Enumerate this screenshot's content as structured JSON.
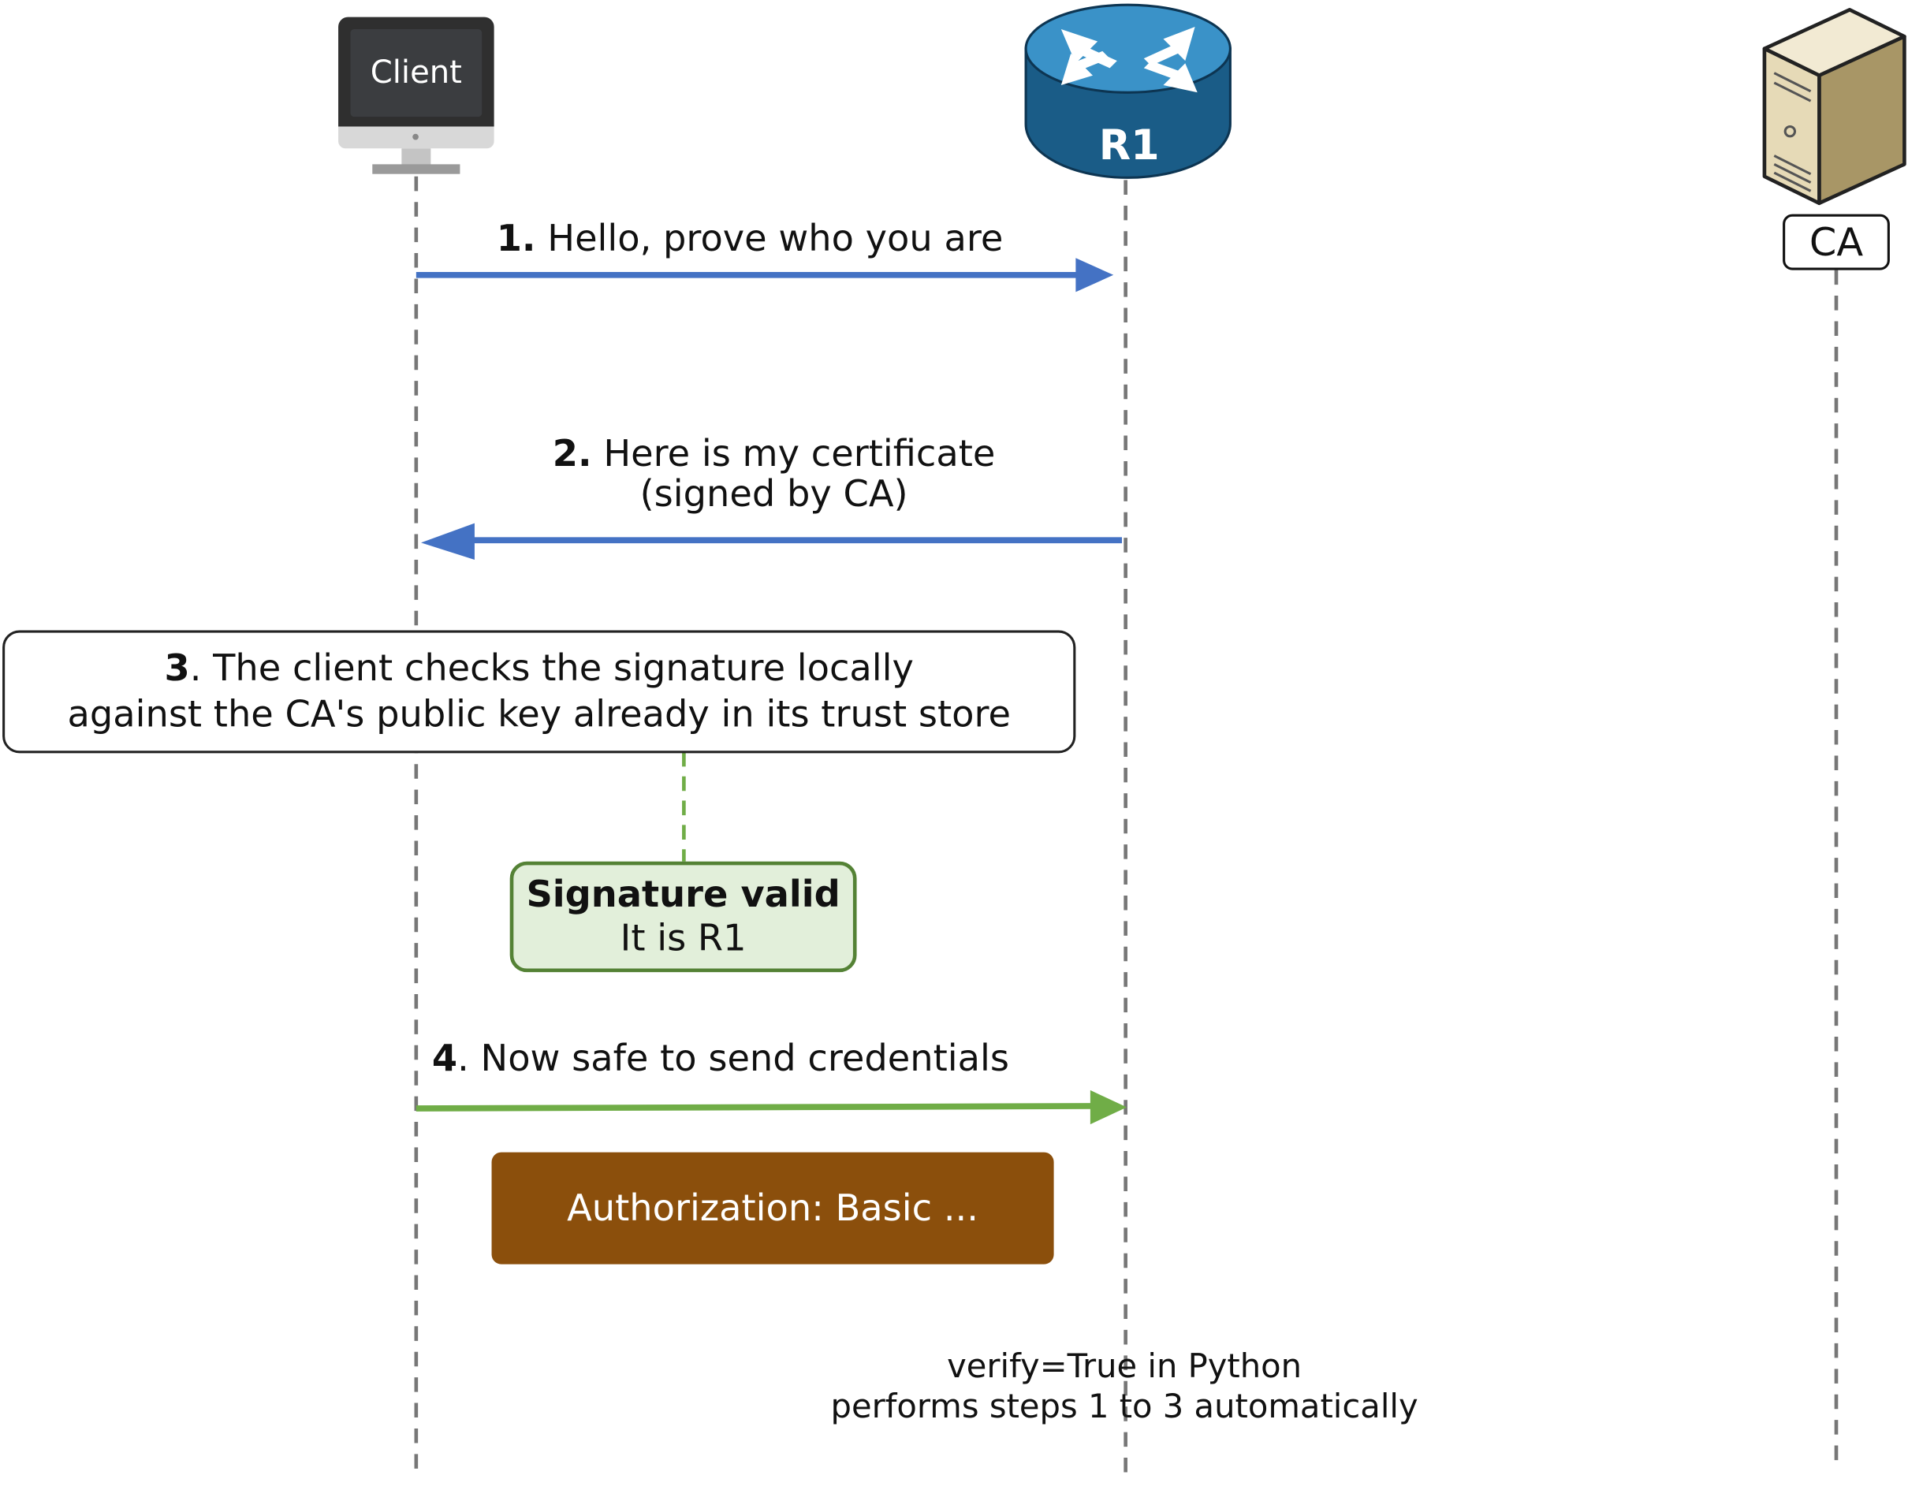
{
  "actors": {
    "client": {
      "label": "Client"
    },
    "router": {
      "label": "R1"
    },
    "ca": {
      "label": "CA"
    }
  },
  "messages": {
    "m1": {
      "num": "1.",
      "text": " Hello, prove who you are"
    },
    "m2": {
      "num": "2.",
      "line1": " Here is my certificate",
      "line2": "(signed by CA)"
    },
    "m3": {
      "num": "3",
      "line1": ". The client checks the signature locally",
      "line2": "against the CA's public key already in its trust store"
    },
    "m4": {
      "num": "4",
      "text": ". Now safe to send credentials"
    }
  },
  "result": {
    "title": "Signature valid",
    "subtitle": "It is R1"
  },
  "credential": {
    "text": "Authorization: Basic ..."
  },
  "footnote": {
    "line1": "verify=True in Python",
    "line2": "performs steps 1 to 3 automatically"
  },
  "colors": {
    "blue_arrow": "#4472c4",
    "green_arrow": "#70ad47",
    "green_fill": "#e2efda",
    "green_border": "#548235",
    "brown_fill": "#8b4f0c",
    "router_blue": "#2a7bb0"
  }
}
